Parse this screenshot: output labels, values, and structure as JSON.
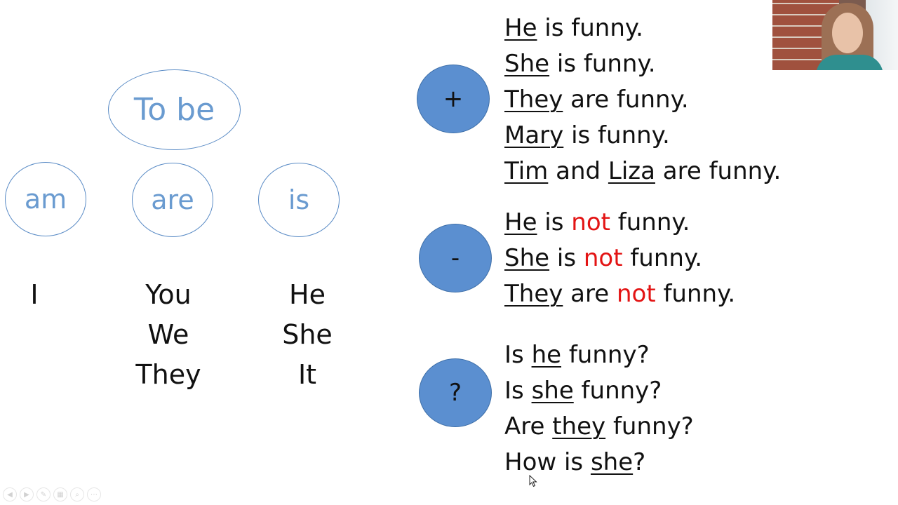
{
  "diagram": {
    "root": "To be",
    "forms": [
      "am",
      "are",
      "is"
    ],
    "pronouns": {
      "am": [
        "I"
      ],
      "are": [
        "You",
        "We",
        "They"
      ],
      "is": [
        "He",
        "She",
        "It"
      ]
    }
  },
  "signs": {
    "affirmative": "+",
    "negative": "-",
    "question": "?"
  },
  "affirmative": {
    "s1": {
      "subj": "He",
      "rest": " is funny."
    },
    "s2": {
      "subj": "She",
      "rest": " is funny."
    },
    "s3": {
      "subj": "They",
      "rest": " are funny."
    },
    "s4": {
      "subj": "Mary",
      "rest": " is funny."
    },
    "s5": {
      "subj1": "Tim",
      "mid": " and ",
      "subj2": "Liza",
      "rest": " are funny."
    }
  },
  "negative": {
    "s1": {
      "subj": "He",
      "verb": " is ",
      "not": "not",
      "rest": " funny."
    },
    "s2": {
      "subj": "She",
      "verb": " is ",
      "not": "not",
      "rest": " funny."
    },
    "s3": {
      "subj": "They",
      "verb": " are ",
      "not": "not",
      "rest": " funny."
    }
  },
  "questions": {
    "q1": {
      "pre": "Is ",
      "subj": "he",
      "rest": " funny?"
    },
    "q2": {
      "pre": "Is ",
      "subj": "she",
      "rest": " funny?"
    },
    "q3": {
      "pre": "Are ",
      "subj": "they",
      "rest": " funny?"
    },
    "q4": {
      "pre": "How is ",
      "subj": "she",
      "rest": "?"
    }
  },
  "colors": {
    "accent": "#5b8fd0",
    "negation": "#e31414",
    "diagram_text": "#6a9bd0"
  },
  "toolbar": {
    "icons": [
      "prev-icon",
      "next-icon",
      "pen-icon",
      "slides-icon",
      "zoom-icon",
      "more-icon"
    ]
  }
}
